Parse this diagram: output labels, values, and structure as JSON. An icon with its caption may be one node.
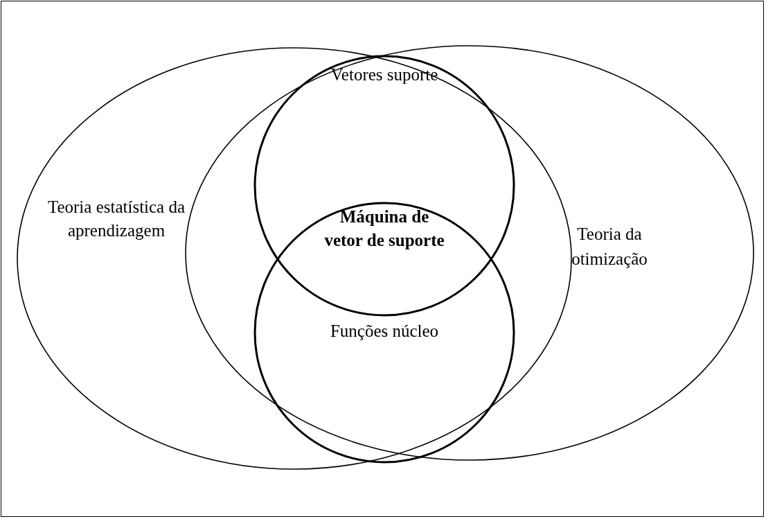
{
  "diagram": {
    "nodes": [
      {
        "text": [
          "Teoria estatística da aprendizagem"
        ]
      },
      {
        "text": [
          "Teoria da otimização"
        ]
      },
      {
        "text": [
          "Vetores suporte"
        ]
      },
      {
        "text": [
          "Funções núcleo"
        ]
      }
    ],
    "labels": [
      "Máquina de vetor de suporte"
    ]
  }
}
